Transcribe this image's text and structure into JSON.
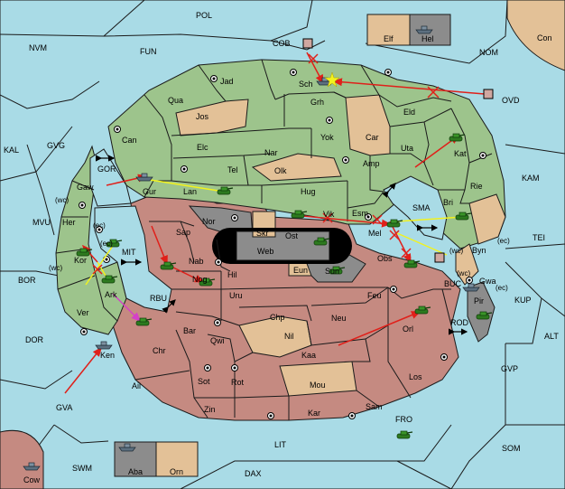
{
  "provinces": {
    "POL": "POL",
    "NVM": "NVM",
    "FUN": "FUN",
    "COB": "COB",
    "NOM": "NOM",
    "Con": "Con",
    "Elf": "Elf",
    "Hel": "Hel",
    "OVD": "OVD",
    "KAL": "KAL",
    "GVG": "GVG",
    "KAM": "KAM",
    "MVU": "MVU",
    "TEI": "TEI",
    "BOR": "BOR",
    "KUP": "KUP",
    "DOR": "DOR",
    "ALT": "ALT",
    "GVP": "GVP",
    "GVA": "GVA",
    "FRO": "FRO",
    "SOM": "SOM",
    "LIT": "LIT",
    "SWM": "SWM",
    "DAX": "DAX",
    "Cow": "Cow",
    "Aba": "Aba",
    "Orn": "Orn",
    "Jad": "Jad",
    "Sch": "Sch",
    "Qua": "Qua",
    "Grh": "Grh",
    "Jos": "Jos",
    "Eld": "Eld",
    "Can": "Can",
    "Yok": "Yok",
    "Car": "Car",
    "Elc": "Elc",
    "Nar": "Nar",
    "Uta": "Uta",
    "Kat": "Kat",
    "Amp": "Amp",
    "Olk": "Olk",
    "Tel": "Tel",
    "GOR": "GOR",
    "Gaw": "Gaw",
    "Gur": "Gur",
    "Lan": "Lan",
    "Hug": "Hug",
    "Rie": "Rie",
    "Bri": "Bri",
    "SMA": "SMA",
    "Esm": "Esm",
    "Vik": "Vik",
    "Her": "Her",
    "Nor": "Nor",
    "Skr": "Skr",
    "Ost": "Ost",
    "Mel": "Mel",
    "Byn": "Byn",
    "Sap": "Sap",
    "Web": "Web",
    "MIT": "MIT",
    "Kor": "Kor",
    "Nab": "Nab",
    "Eun": "Eun",
    "Sun": "Sun",
    "Obs": "Obs",
    "Gwa": "Gwa",
    "Hil": "Hil",
    "Nog": "Nog",
    "Ark": "Ark",
    "RBU": "RBU",
    "Uru": "Uru",
    "Feu": "Feu",
    "BUC": "BUC",
    "Pir": "Pir",
    "Ver": "Ver",
    "Chp": "Chp",
    "Neu": "Neu",
    "Bar": "Bar",
    "Qwi": "Qwi",
    "Nil": "Nil",
    "ROD": "ROD",
    "Orl": "Orl",
    "Chr": "Chr",
    "Ken": "Ken",
    "Kaa": "Kaa",
    "Ail": "Ail",
    "Sot": "Sot",
    "Rot": "Rot",
    "Mou": "Mou",
    "Los": "Los",
    "Zin": "Zin",
    "Kar": "Kar",
    "Sam": "Sam"
  },
  "coast_markers": {
    "wc": "(wc)",
    "ec": "(ec)"
  },
  "colors": {
    "sea": "#a9dbe6",
    "green_power": "#9dc48c",
    "red_power": "#c58a81",
    "neutral": "#e3c197",
    "impassable": "#8c8c8c",
    "move_order": "#e0201a",
    "support_order": "#f2f21e",
    "convoy_order": "#d540c8",
    "failed_order_mark": "#e0201a"
  },
  "icons": {
    "army": "tank-icon",
    "fleet": "ship-icon",
    "supply_center": "supply-center-icon",
    "dislodged": "star-burst-icon",
    "convoy_route": "double-arrow-icon",
    "failed": "cross-mark-icon"
  }
}
